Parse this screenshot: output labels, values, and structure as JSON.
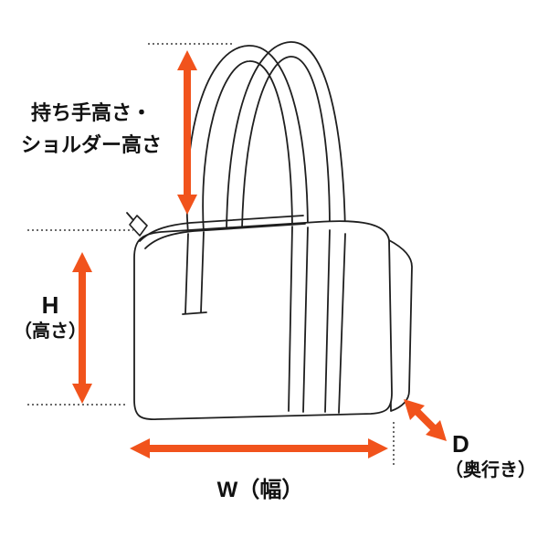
{
  "figure": {
    "labels": {
      "handle_height": {
        "line1": "持ち手高さ・",
        "line2": "ショルダー高さ"
      },
      "height": {
        "letter": "H",
        "unit": "（高さ）"
      },
      "width": {
        "text": "W（幅）"
      },
      "depth": {
        "letter": "D",
        "unit": "（奥行き）"
      }
    },
    "colors": {
      "arrow": "#F1531C",
      "line": "#1F1F1F",
      "background": "#FFFFFF"
    }
  }
}
